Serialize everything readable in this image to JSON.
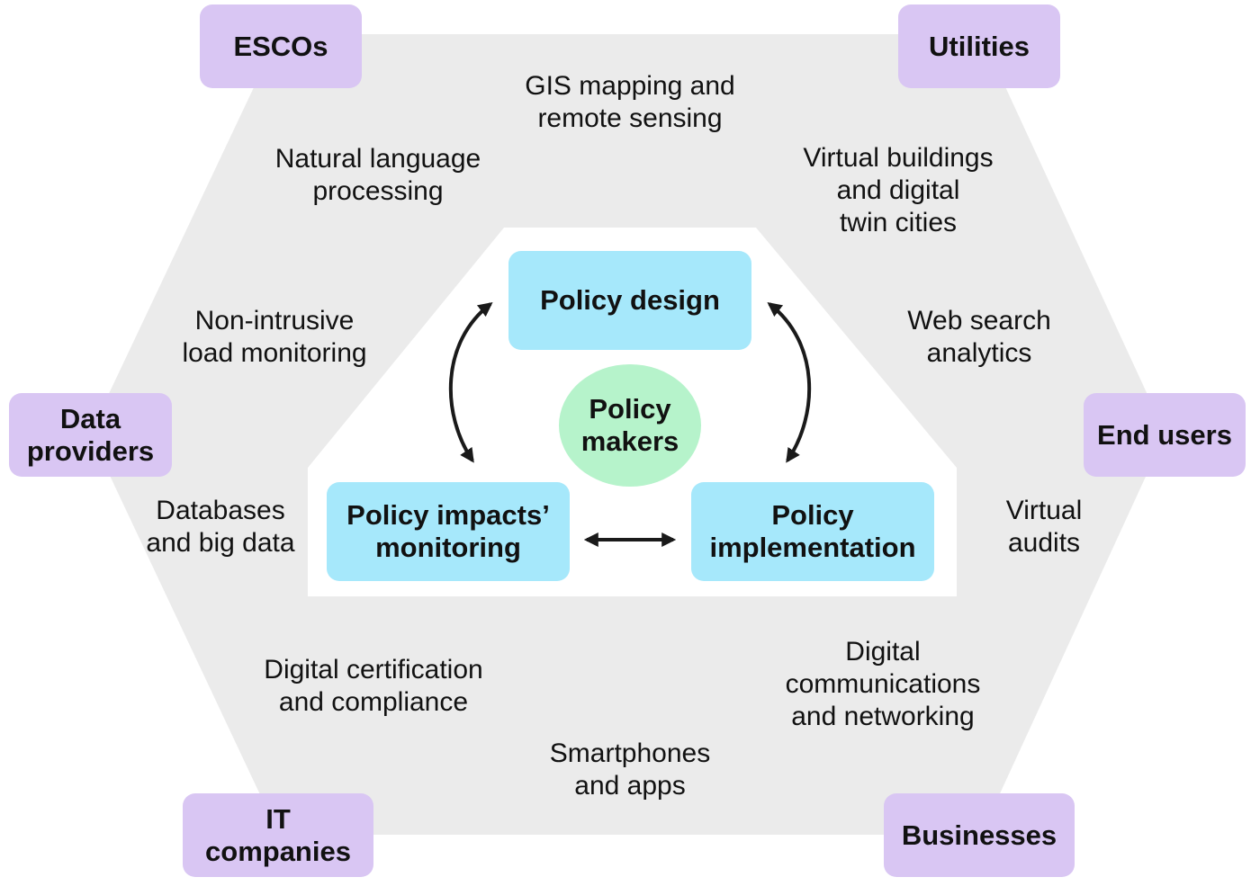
{
  "stakeholders": {
    "escos": "ESCOs",
    "utilities": "Utilities",
    "data_providers": "Data\nproviders",
    "end_users": "End users",
    "it_companies": "IT\ncompanies",
    "businesses": "Businesses"
  },
  "technologies": {
    "gis": "GIS mapping and\nremote sensing",
    "nlp": "Natural language\nprocessing",
    "virtual_buildings": "Virtual buildings\nand digital\ntwin cities",
    "nilm": "Non-intrusive\nload monitoring",
    "web_search": "Web search\nanalytics",
    "databases": "Databases\nand big data",
    "virtual_audits": "Virtual\naudits",
    "digital_cert": "Digital certification\nand compliance",
    "digital_comms": "Digital\ncommunications\nand networking",
    "smartphones": "Smartphones\nand apps"
  },
  "policy_cycle": {
    "design": "Policy design",
    "monitoring": "Policy impacts’\nmonitoring",
    "implementation": "Policy\nimplementation",
    "makers": "Policy\nmakers"
  },
  "colors": {
    "hexagon": "#ebebeb",
    "stakeholder_box": "#d9c6f3",
    "policy_box": "#a6e8fb",
    "policy_makers": "#b6f3cb",
    "arrow": "#1a1a1a"
  }
}
